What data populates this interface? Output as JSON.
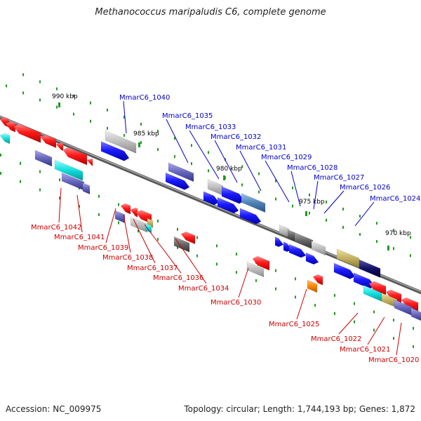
{
  "title": "Methanococcus maripaludis C6, complete genome",
  "footer": {
    "accession": "Accession: NC_009975",
    "summary": "Topology: circular; Length: 1,744,193 bp; Genes: 1,872"
  },
  "colors": {
    "forward_label": "#0000cc",
    "reverse_label": "#cc0000",
    "tick": "#228822",
    "backbone": "#777777"
  },
  "kbp_labels": [
    "990 kbp",
    "985 kbp",
    "980 kbp",
    "975 kbp",
    "970 kbp"
  ],
  "forward_genes": [
    "MmarC6_1040",
    "MmarC6_1035",
    "MmarC6_1033",
    "MmarC6_1032",
    "MmarC6_1031",
    "MmarC6_1029",
    "MmarC6_1028",
    "MmarC6_1027",
    "MmarC6_1026",
    "MmarC6_1024"
  ],
  "reverse_genes": [
    "MmarC6_1042",
    "MmarC6_1041",
    "MmarC6_1039",
    "MmarC6_1038",
    "MmarC6_1037",
    "MmarC6_1036",
    "MmarC6_1034",
    "MmarC6_1030",
    "MmarC6_1025",
    "MmarC6_1022",
    "MmarC6_1021",
    "MmarC6_1020"
  ]
}
